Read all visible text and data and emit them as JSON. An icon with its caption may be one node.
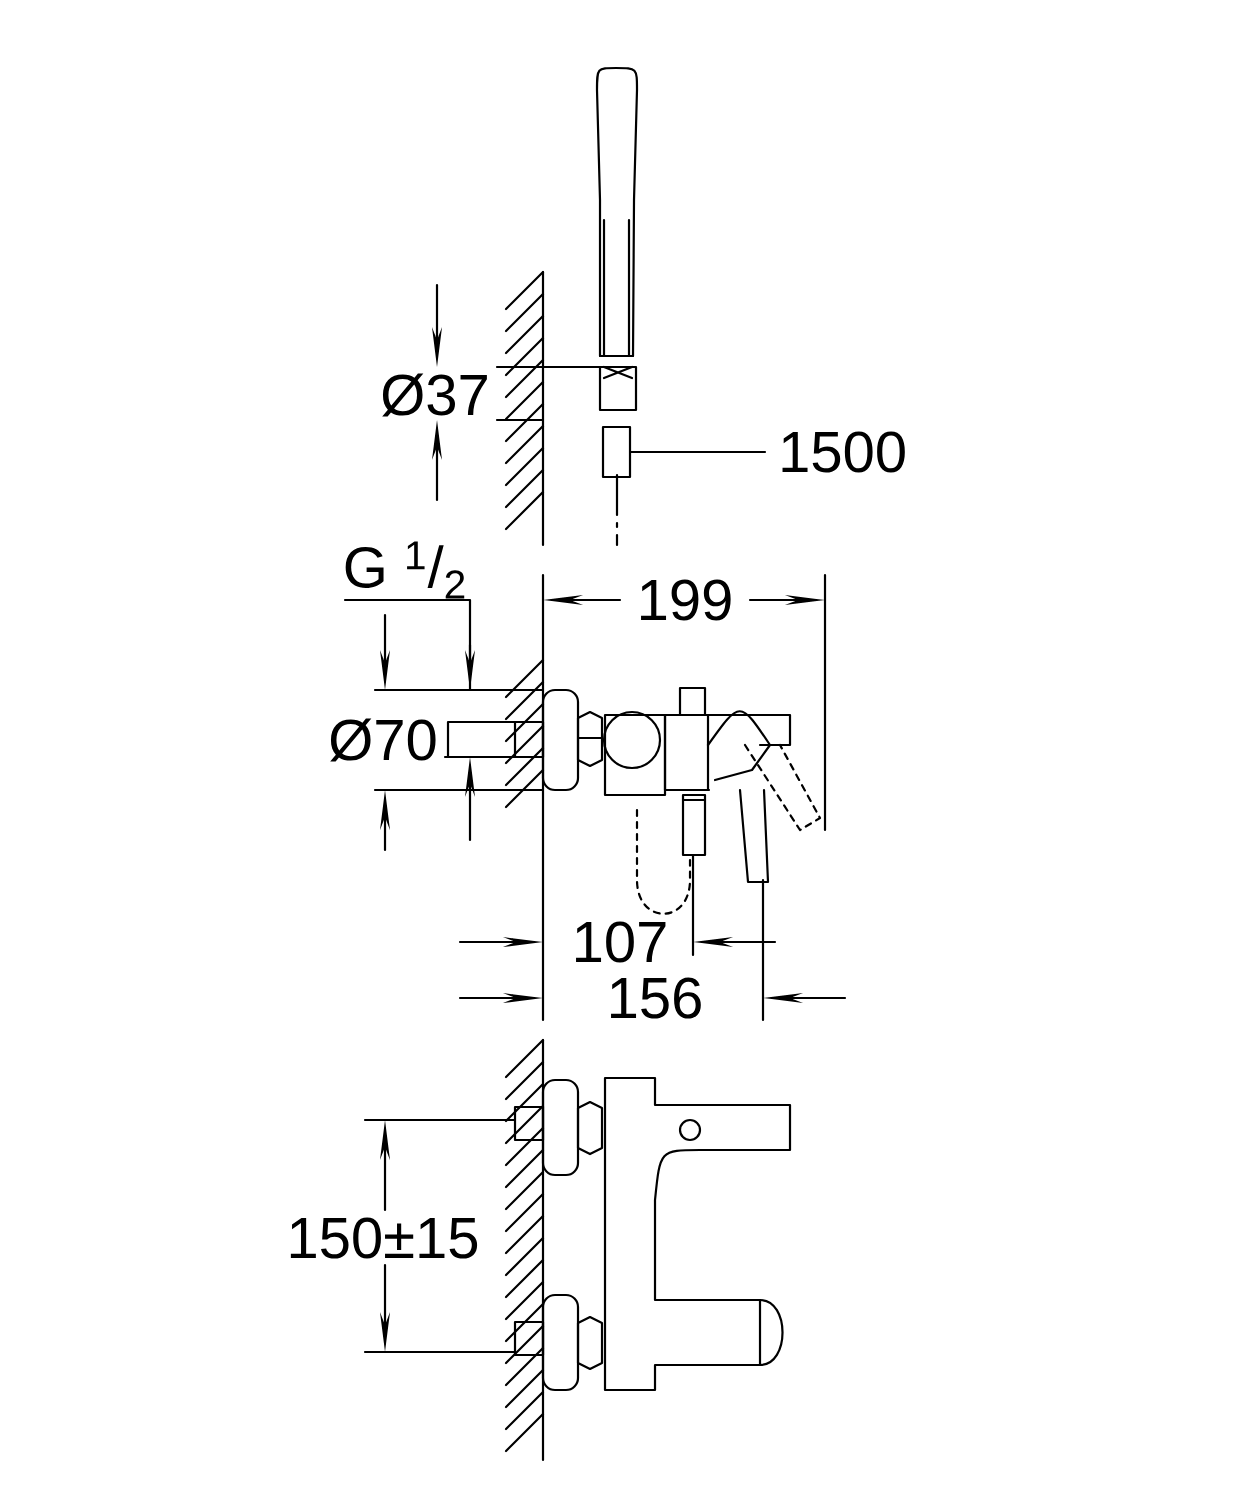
{
  "diagram": {
    "nodes": [
      {
        "text": [
          "1500"
        ]
      },
      {
        "text": [],
        "shape": "box"
      }
    ],
    "edges": [
      {
        "from": 0,
        "to": 1,
        "arrow": "none"
      }
    ],
    "labels": [
      "Ø37",
      "G $^{1}$/$_{2}$",
      "199",
      "Ø70",
      "107",
      "156",
      "150±15"
    ]
  }
}
